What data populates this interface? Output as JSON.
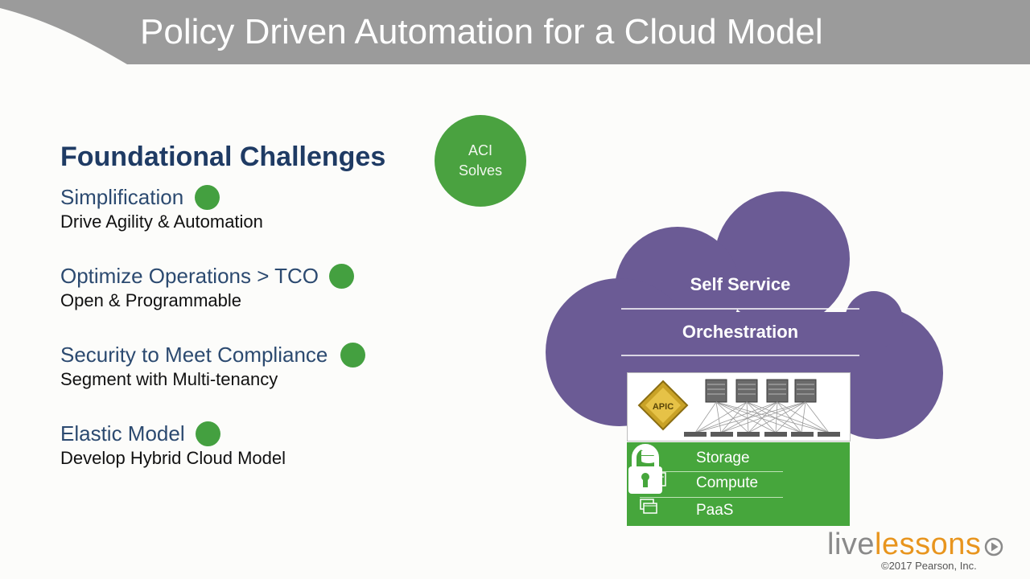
{
  "slide": {
    "title": "Policy Driven Automation for a Cloud Model",
    "aci_badge": {
      "line1": "ACI",
      "line2": "Solves"
    },
    "heading": "Foundational Challenges",
    "challenges": [
      {
        "title": "Simplification",
        "subtitle": "Drive Agility & Automation"
      },
      {
        "title": "Optimize Operations > TCO",
        "subtitle": "Open & Programmable"
      },
      {
        "title": "Security to Meet Compliance",
        "subtitle": "Segment with Multi-tenancy"
      },
      {
        "title": "Elastic Model",
        "subtitle": "Develop Hybrid Cloud Model"
      }
    ]
  },
  "diagram": {
    "layers": [
      "Self Service",
      "Orchestration"
    ],
    "apic_label": "APIC",
    "resources": [
      {
        "label": "Storage",
        "icon": "storage-icon"
      },
      {
        "label": "Compute",
        "icon": "compute-icon"
      },
      {
        "label": "PaaS",
        "icon": "paas-icon"
      }
    ],
    "security_icon": "lock-icon"
  },
  "brand": {
    "live": "live",
    "lessons": "lessons",
    "copyright": "©2017 Pearson, Inc."
  },
  "colors": {
    "header": "#9b9b9b",
    "heading": "#1f3b64",
    "green": "#46a63c",
    "cloud": "#6b5b95",
    "brand_orange": "#e8951e"
  }
}
